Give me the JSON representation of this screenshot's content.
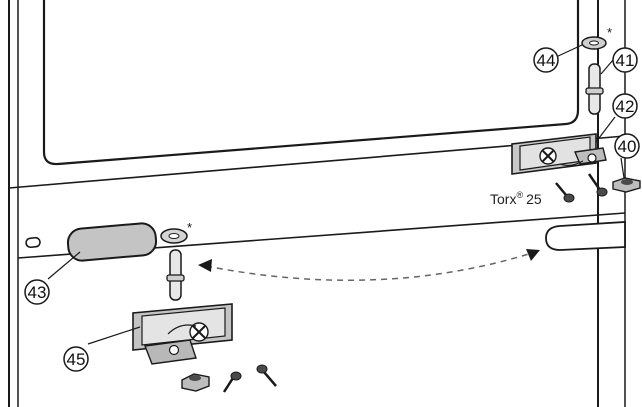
{
  "figure": {
    "callouts": {
      "c40": "40",
      "c41": "41",
      "c42": "42",
      "c43": "43",
      "c44": "44",
      "c45": "45"
    },
    "asterisk": "*",
    "torx": {
      "name": "Torx",
      "mark": "®",
      "size": "25"
    }
  },
  "colors": {
    "line": "#1a1a1a",
    "part_gray": "#bdbdbd",
    "part_light": "#e6e6e6",
    "dark_fill": "#4a4a4a"
  }
}
